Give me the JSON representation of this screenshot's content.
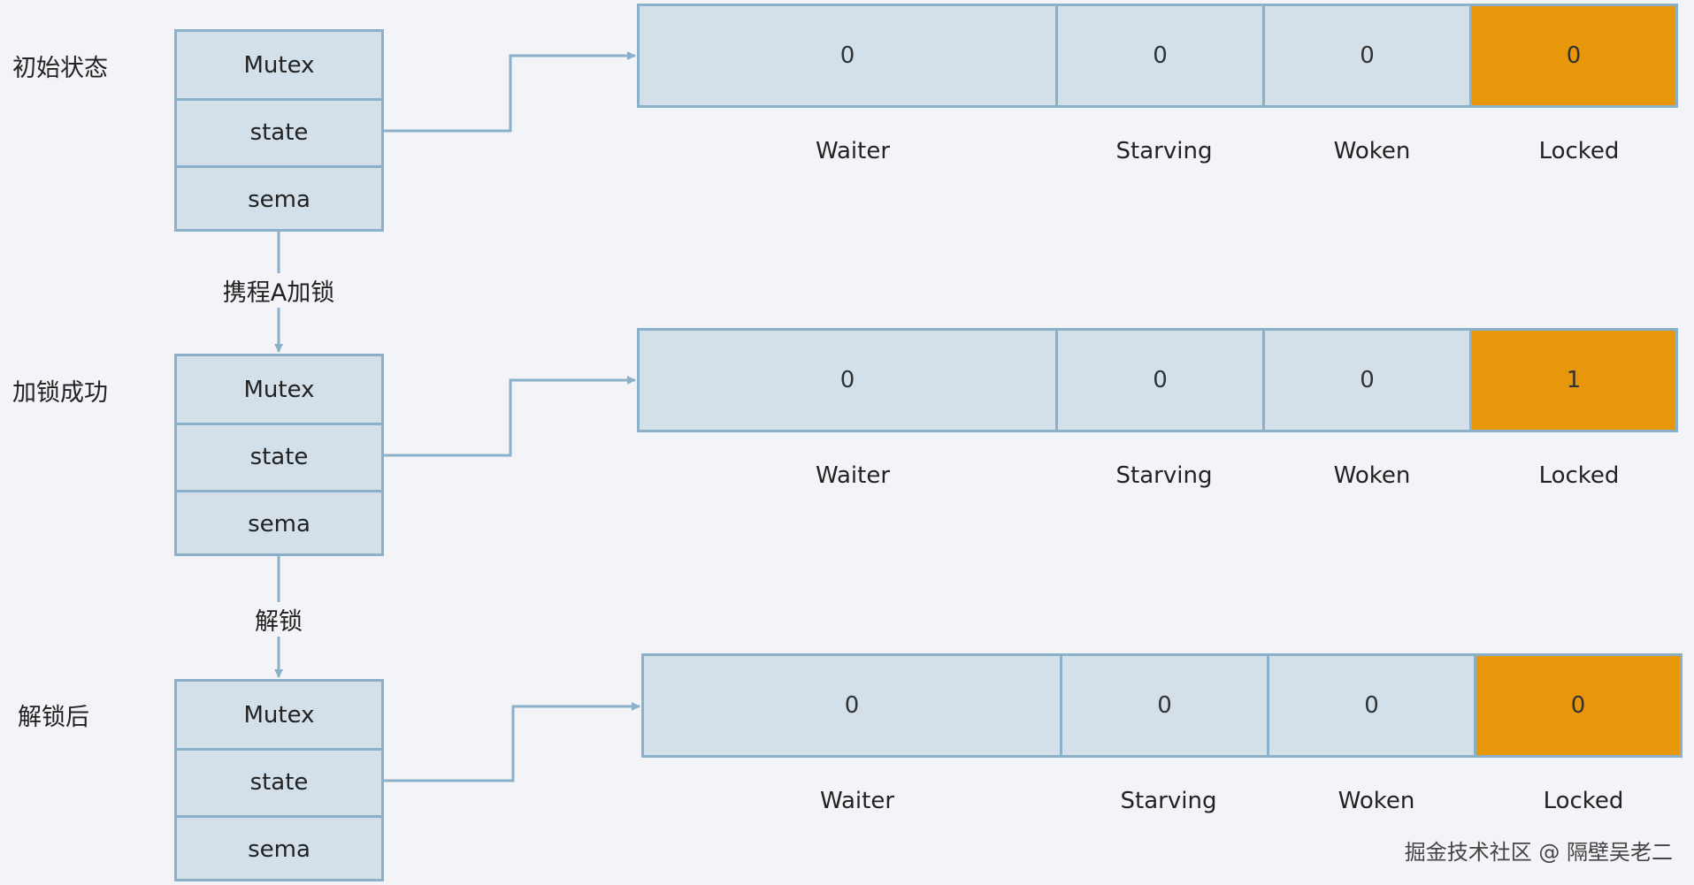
{
  "stages": [
    {
      "label": "初始状态",
      "mutex_fields": [
        "Mutex",
        "state",
        "sema"
      ],
      "state_bits": [
        {
          "name": "Waiter",
          "value": "0"
        },
        {
          "name": "Starving",
          "value": "0"
        },
        {
          "name": "Woken",
          "value": "0"
        },
        {
          "name": "Locked",
          "value": "0"
        }
      ]
    },
    {
      "label": "加锁成功",
      "mutex_fields": [
        "Mutex",
        "state",
        "sema"
      ],
      "state_bits": [
        {
          "name": "Waiter",
          "value": "0"
        },
        {
          "name": "Starving",
          "value": "0"
        },
        {
          "name": "Woken",
          "value": "0"
        },
        {
          "name": "Locked",
          "value": "1"
        }
      ]
    },
    {
      "label": "解锁后",
      "mutex_fields": [
        "Mutex",
        "state",
        "sema"
      ],
      "state_bits": [
        {
          "name": "Waiter",
          "value": "0"
        },
        {
          "name": "Starving",
          "value": "0"
        },
        {
          "name": "Woken",
          "value": "0"
        },
        {
          "name": "Locked",
          "value": "0"
        }
      ]
    }
  ],
  "transitions": [
    "携程A加锁",
    "解锁"
  ],
  "watermark": "掘金技术社区 @ 隔壁吴老二",
  "colors": {
    "cell_fill": "#d3e0ea",
    "border": "#8ab0ca",
    "locked_fill": "#e8960a",
    "connector": "#8ab0ca",
    "background": "#f3f4f7"
  }
}
